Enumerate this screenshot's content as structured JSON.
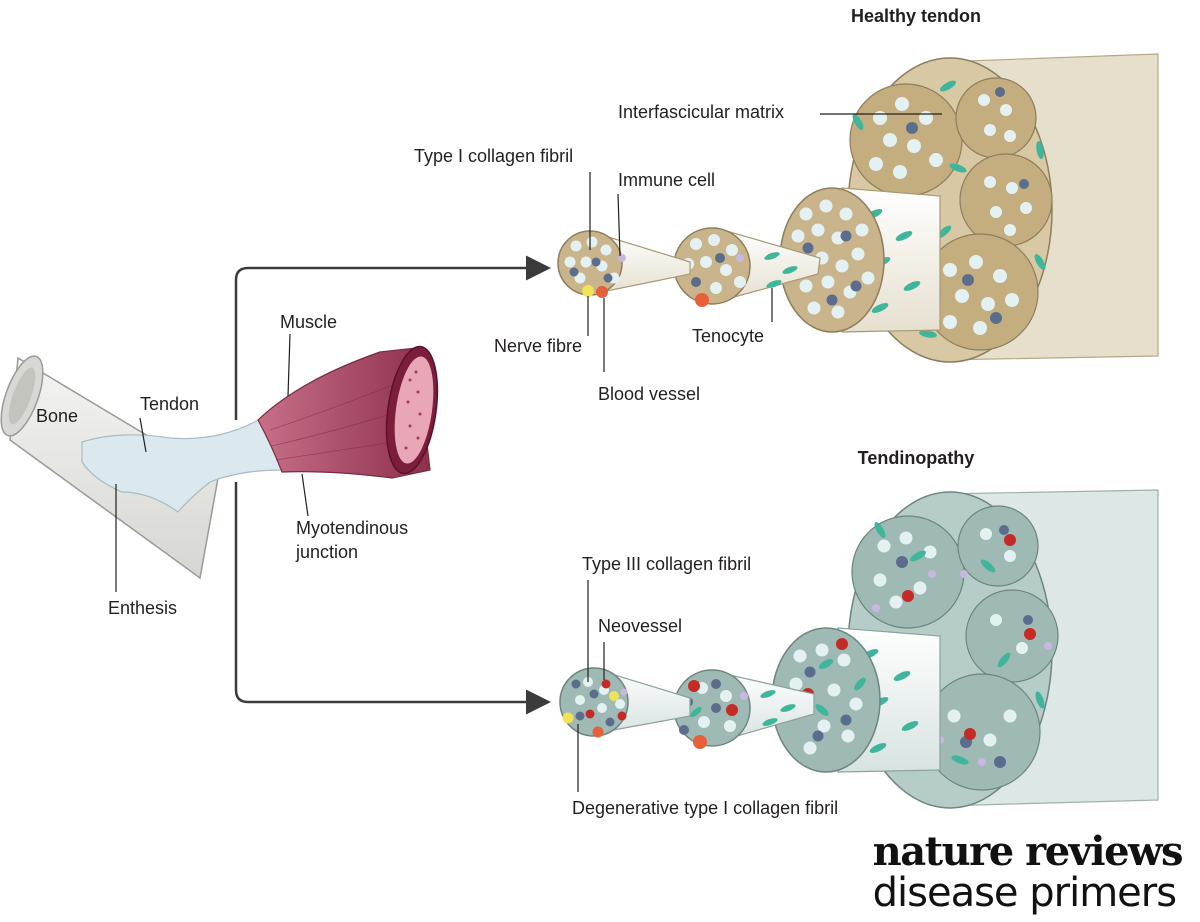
{
  "diagram": {
    "title_healthy": "Healthy tendon",
    "title_tendinopathy": "Tendinopathy",
    "anatomy": {
      "bone": "Bone",
      "tendon": "Tendon",
      "muscle": "Muscle",
      "myotendinous_line1": "Myotendinous",
      "myotendinous_line2": "junction",
      "enthesis": "Enthesis"
    },
    "healthy": {
      "interfascicular_matrix": "Interfascicular matrix",
      "type1_fibril": "Type I collagen fibril",
      "immune_cell": "Immune cell",
      "nerve_fibre": "Nerve fibre",
      "blood_vessel": "Blood vessel",
      "tenocyte": "Tenocyte"
    },
    "tendinopathy": {
      "type3_fibril": "Type III collagen fibril",
      "neovessel": "Neovessel",
      "degenerative_fibril": "Degenerative type I collagen fibril"
    },
    "logo": {
      "line1": "nature reviews",
      "line2": "disease primers"
    }
  },
  "colors": {
    "healthy_matrix": "#c9b48c",
    "healthy_sheath": "#e8e0cc",
    "tendinopathy_matrix": "#9fb9b5",
    "tendinopathy_sheath": "#dce6e4",
    "fibril": "#ddeef2",
    "tenocyte": "#3fb59b",
    "immune_cell": "#c8b8e0",
    "blood_vessel": "#e8603a",
    "nerve": "#f2e25a",
    "neovessel": "#c42b26",
    "muscle": "#b84d6b",
    "bone": "#ececec"
  }
}
